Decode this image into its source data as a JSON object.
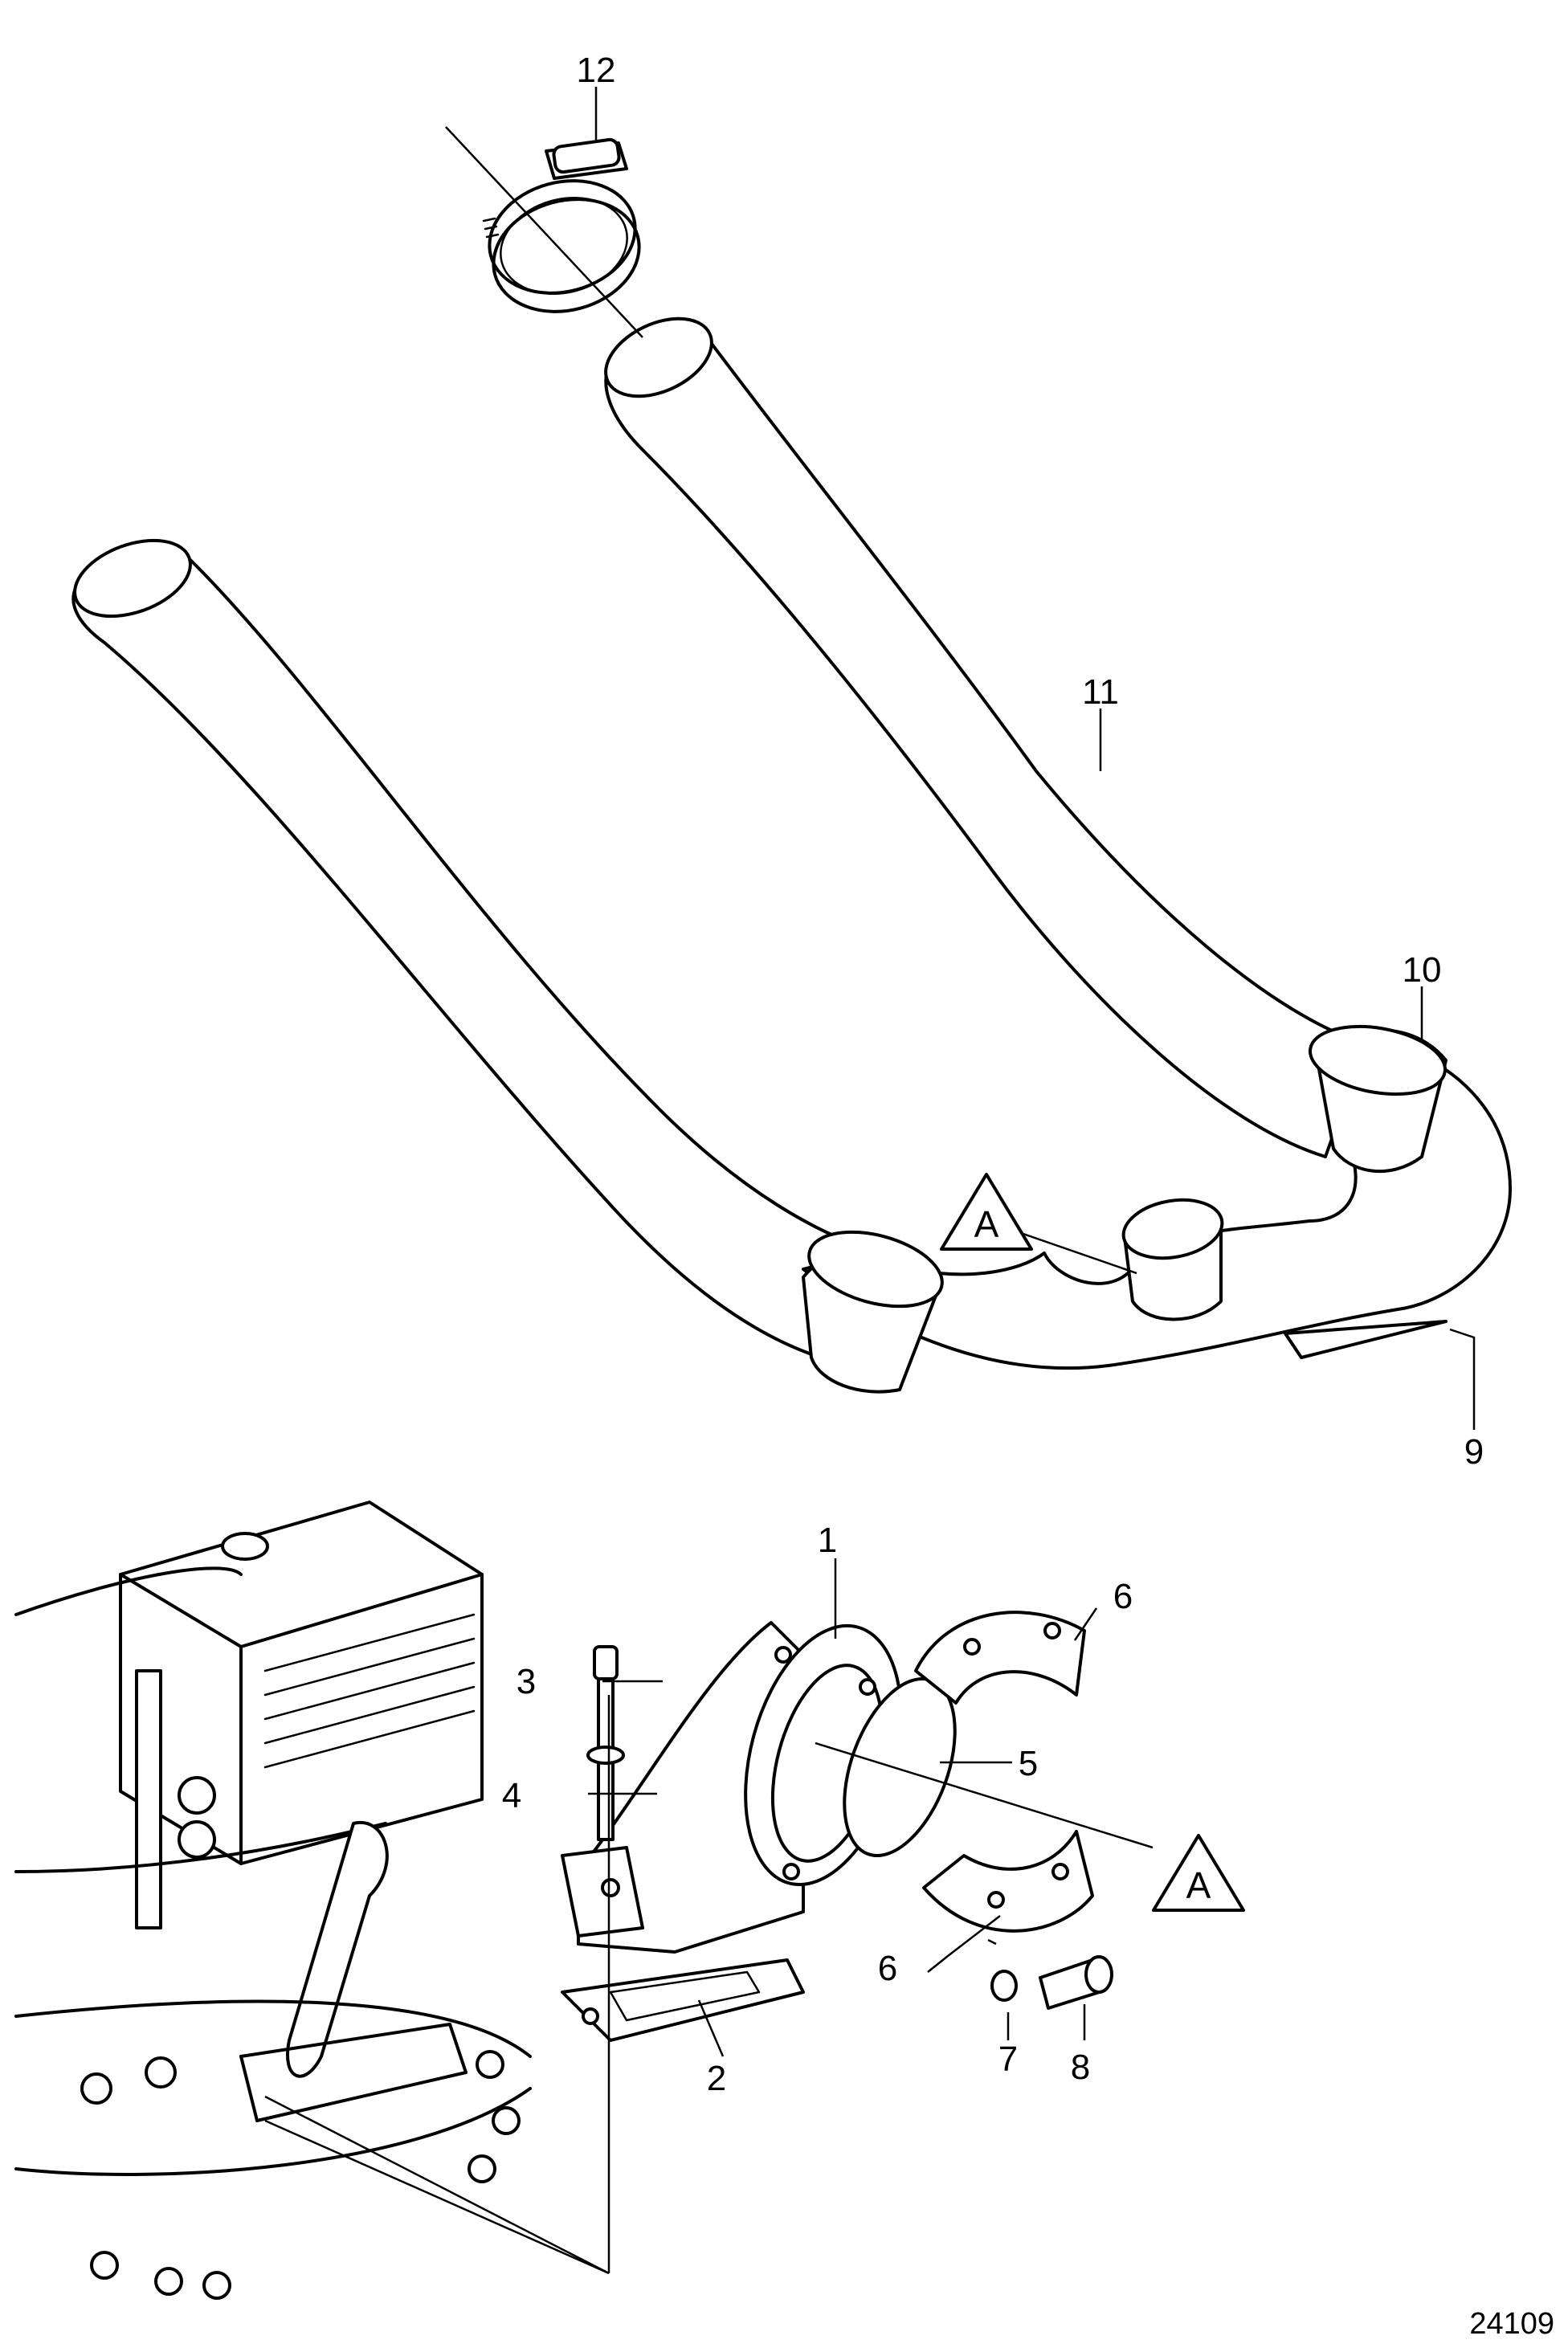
{
  "figure_number": "24109",
  "callouts": {
    "c1": "1",
    "c2": "2",
    "c3": "3",
    "c4": "4",
    "c5": "5",
    "c6a": "6",
    "c6b": "6",
    "c7": "7",
    "c8": "8",
    "c9": "9",
    "c10": "10",
    "c11": "11",
    "c12": "12"
  },
  "reference_marks": {
    "upper": "A",
    "lower": "A"
  }
}
